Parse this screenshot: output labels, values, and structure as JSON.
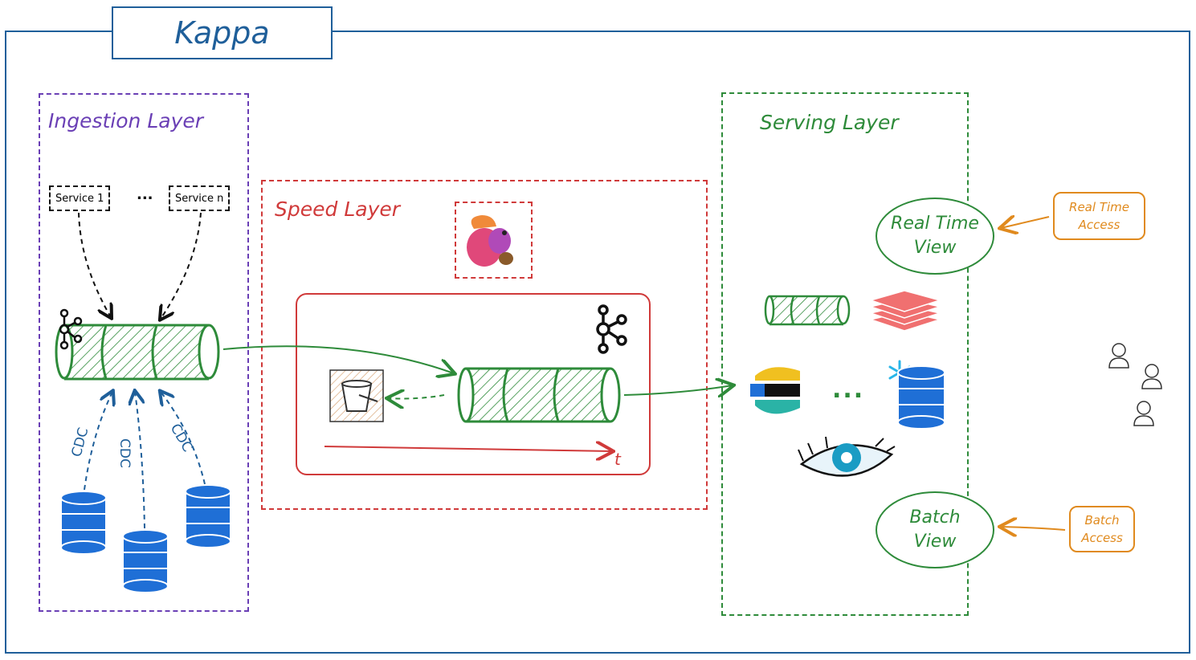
{
  "title": "Kappa",
  "ingestion": {
    "title": "Ingestion Layer",
    "service_1": "Service 1",
    "service_ellipsis": "...",
    "service_n": "Service n",
    "cdc_labels": [
      "CDC",
      "CDC",
      "CDC"
    ]
  },
  "speed": {
    "title": "Speed Layer",
    "time_label": "t"
  },
  "serving": {
    "title": "Serving Layer",
    "real_time_view": [
      "Real Time",
      "View"
    ],
    "batch_view": [
      "Batch",
      "View"
    ],
    "ellipsis": "..."
  },
  "access": {
    "real_time": [
      "Real Time",
      "Access"
    ],
    "batch": [
      "Batch",
      "Access"
    ]
  },
  "colors": {
    "frame": "#1f5f9a",
    "ingestion": "#6a3fb5",
    "speed": "#d03a3a",
    "serving": "#2e8b3a",
    "access": "#e08a1e",
    "database": "#1f6fd6"
  },
  "icons": [
    "kafka-icon",
    "flink-squirrel-icon",
    "s3-bucket-icon",
    "elasticsearch-icon",
    "snowflake-icon",
    "cassandra-eye-icon",
    "stack-layers-icon",
    "user-icon"
  ]
}
